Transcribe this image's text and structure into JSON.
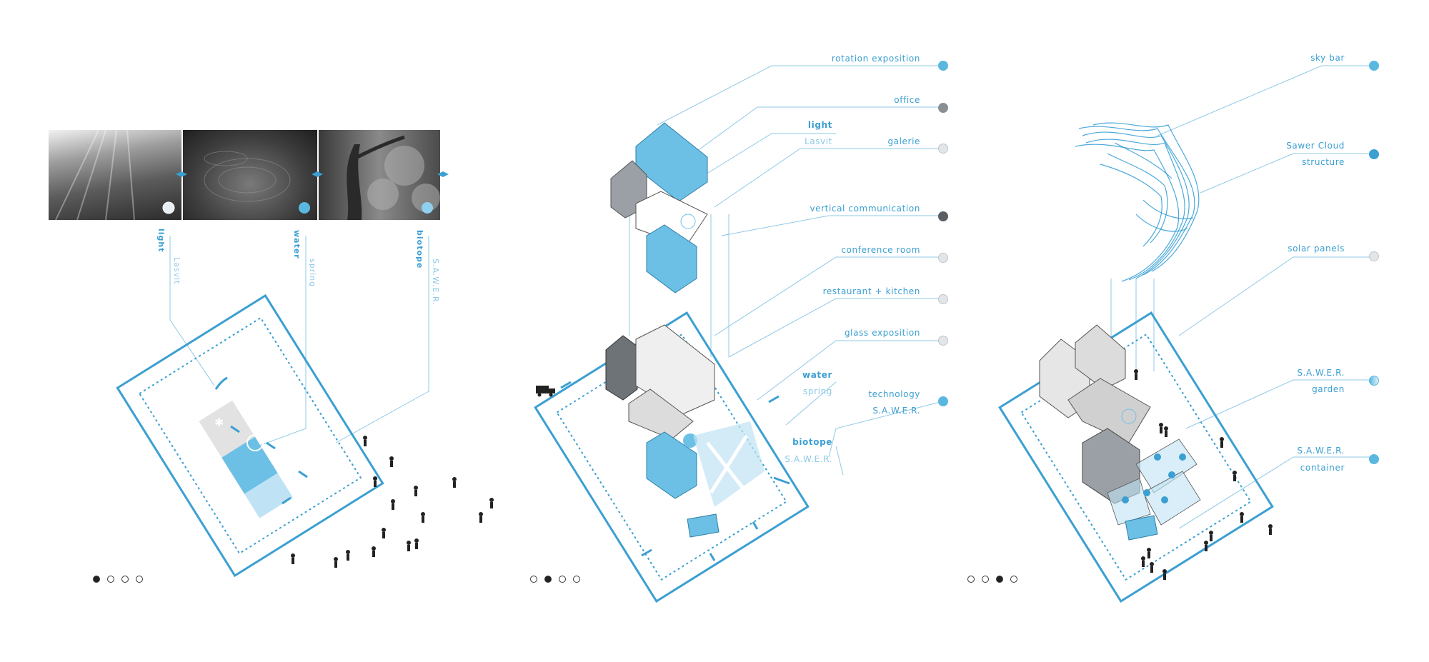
{
  "colors": {
    "accent": "#3b9fd1",
    "light_accent": "#8fc9e6",
    "grey_dark": "#6e7378",
    "grey_mid": "#9aa0a5",
    "grey_light": "#dfe3e6"
  },
  "panel1": {
    "labels": {
      "light": "light",
      "light_sub": "Lasvit",
      "water": "water",
      "water_sub": "spring",
      "biotope": "biotope",
      "biotope_sub": "S.A.W.E.R."
    },
    "pagination": {
      "active": 1,
      "total": 4
    }
  },
  "panel2": {
    "labels": {
      "rotation_exposition": "rotation exposition",
      "office": "office",
      "light": "light",
      "light_sub": "Lasvit",
      "galerie": "galerie",
      "vertical_communication": "vertical communication",
      "conference_room": "conference room",
      "restaurant_kitchen": "restaurant + kitchen",
      "glass_exposition": "glass exposition",
      "water": "water",
      "water_sub": "spring",
      "technology": "technology",
      "technology_sub": "S.A.W.E.R.",
      "biotope": "biotope",
      "biotope_sub": "S.A.W.E.R."
    },
    "pagination": {
      "active": 2,
      "total": 4
    }
  },
  "panel3": {
    "labels": {
      "sky_bar": "sky bar",
      "sawer_cloud": "Sawer Cloud",
      "structure": "structure",
      "solar_panels": "solar panels",
      "sawer_garden": "S.A.W.E.R.",
      "garden": "garden",
      "sawer_container": "S.A.W.E.R.",
      "container": "container"
    },
    "pagination": {
      "active": 3,
      "total": 4
    }
  }
}
